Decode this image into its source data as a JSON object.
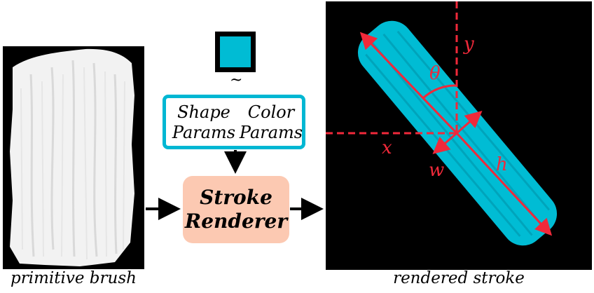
{
  "captions": {
    "left": "primitive brush",
    "right": "rendered stroke"
  },
  "params": {
    "shape": [
      "Shape",
      "Params"
    ],
    "color": [
      "Color",
      "Params"
    ]
  },
  "tilde": "~",
  "renderer": [
    "Stroke",
    "Renderer"
  ],
  "annotations": {
    "y": "y",
    "theta": "θ",
    "x": "x",
    "w": "w",
    "h": "h"
  },
  "colors": {
    "stroke_cyan": "#00bcd4",
    "box_border": "#00b7d3",
    "renderer_fill": "#fcc9b2",
    "annotation_red": "#f0293a",
    "panel_bg": "#000000"
  }
}
